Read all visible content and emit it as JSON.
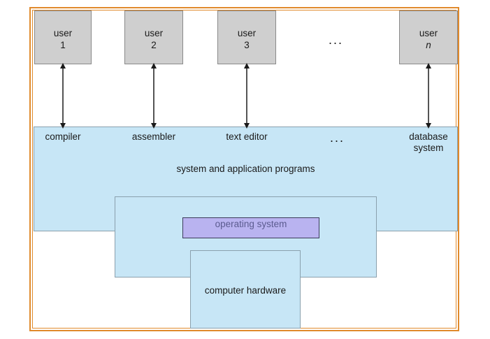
{
  "users": [
    {
      "label": "user",
      "num": "1"
    },
    {
      "label": "user",
      "num": "2"
    },
    {
      "label": "user",
      "num": "3"
    },
    {
      "label": "user",
      "num": "n"
    }
  ],
  "users_ellipsis": "...",
  "apps": {
    "compiler": "compiler",
    "assembler": "assembler",
    "text_editor": "text editor",
    "ellipsis": "...",
    "database_line1": "database",
    "database_line2": "system",
    "title": "system and application programs"
  },
  "operating_system": "operating system",
  "hardware": "computer hardware",
  "colors": {
    "frame": "#e08a2c",
    "user_box": "#cfcfcf",
    "layer_fill": "#c7e6f6",
    "os_fill": "#b9b3f0"
  }
}
